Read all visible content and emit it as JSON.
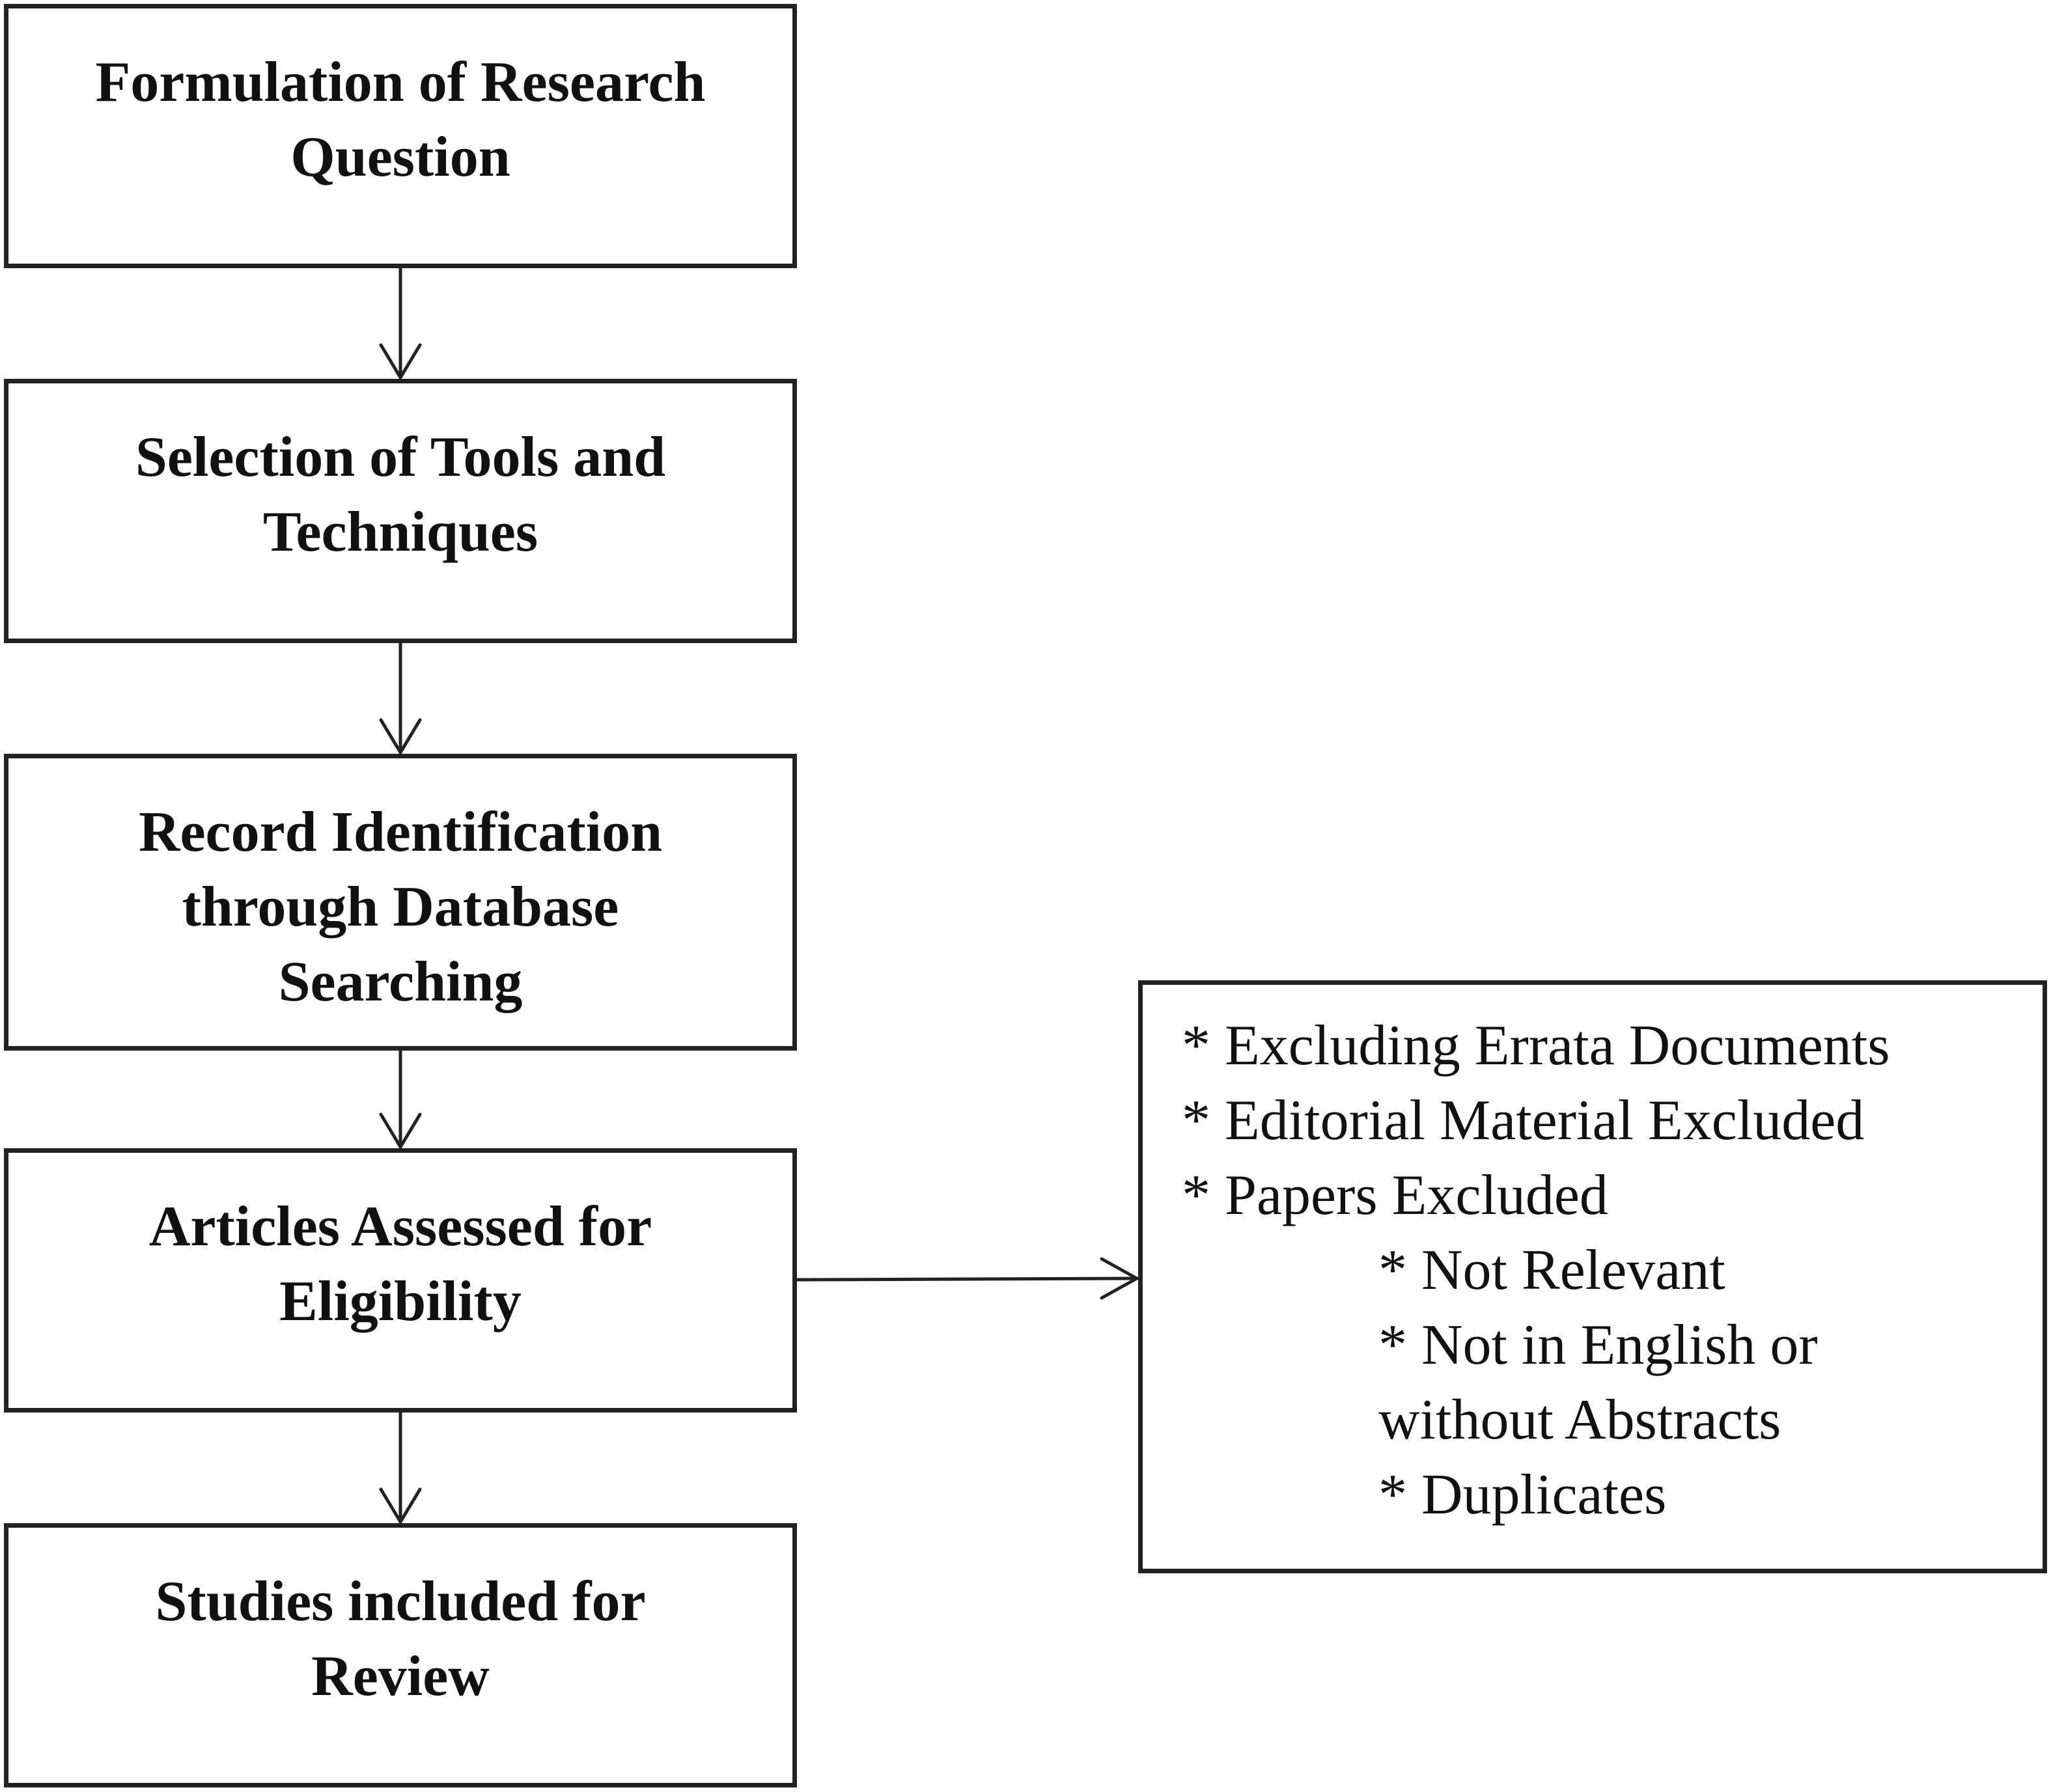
{
  "flow_steps": [
    {
      "lines": [
        "Formulation of Research",
        "Question"
      ]
    },
    {
      "lines": [
        "Selection of Tools and",
        "Techniques"
      ]
    },
    {
      "lines": [
        "Record Identification",
        "through Database",
        "Searching"
      ]
    },
    {
      "lines": [
        "Articles Assessed for",
        "Eligibility"
      ]
    },
    {
      "lines": [
        "Studies included for",
        "Review"
      ]
    }
  ],
  "exclusions": {
    "items": [
      "* Excluding Errata Documents",
      "* Editorial Material Excluded",
      "* Papers Excluded"
    ],
    "sub_items": [
      "* Not Relevant",
      "* Not in English or",
      "without Abstracts",
      "* Duplicates"
    ]
  },
  "colors": {
    "stroke": "#222222",
    "text": "#111111",
    "background": "#ffffff"
  }
}
